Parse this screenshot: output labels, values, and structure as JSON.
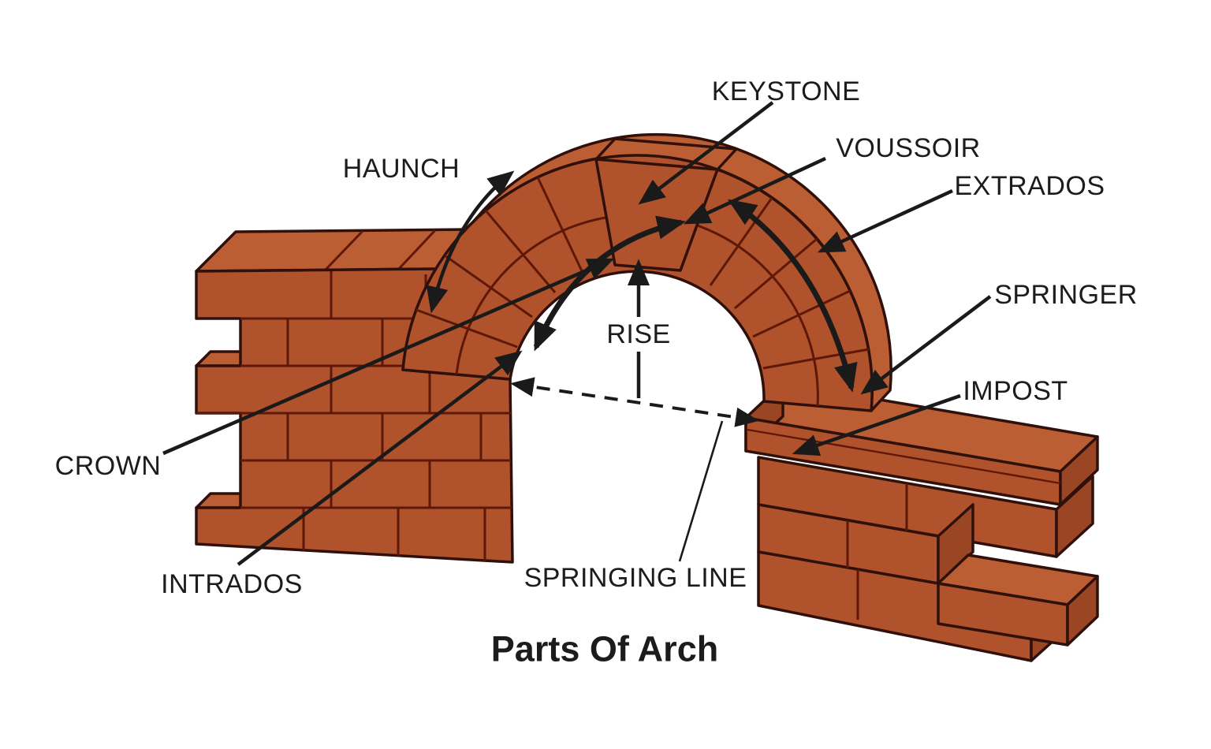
{
  "title": "Parts Of Arch",
  "labels": {
    "keystone": "KEYSTONE",
    "voussoir": "VOUSSOIR",
    "extrados": "EXTRADOS",
    "springer": "SPRINGER",
    "impost": "IMPOST",
    "haunch": "HAUNCH",
    "rise": "RISE",
    "crown": "CROWN",
    "intrados": "INTRADOS",
    "springing_line": "SPRINGING LINE"
  },
  "colors": {
    "background": "#ffffff",
    "brick_face": "#b0522b",
    "brick_top": "#bc5e33",
    "brick_side": "#9a4625",
    "mortar_joint": "#5e1808",
    "outline": "#30100a",
    "arrow": "#1a1a1a",
    "text": "#1c1c1c"
  }
}
